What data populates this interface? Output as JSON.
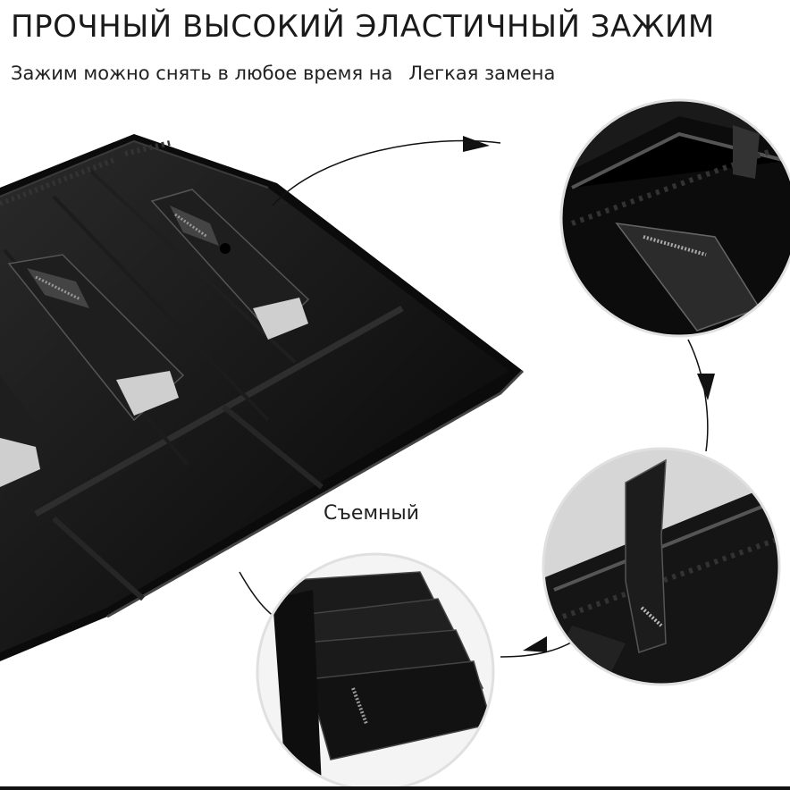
{
  "header": {
    "title": "ПРОЧНЫЙ ВЫСОКИЙ ЭЛАСТИЧНЫЙ ЗАЖИМ",
    "subtitle_part1": "Зажим можно снять в любое время на",
    "subtitle_part2": "Легкая замена"
  },
  "labels": {
    "removable": "Съемный"
  },
  "colors": {
    "tray": "#0d0d0d",
    "tray_edge": "#3a3a3a",
    "clip_pad": "#c8c8c8",
    "background": "#ffffff",
    "connector": "#111111"
  }
}
